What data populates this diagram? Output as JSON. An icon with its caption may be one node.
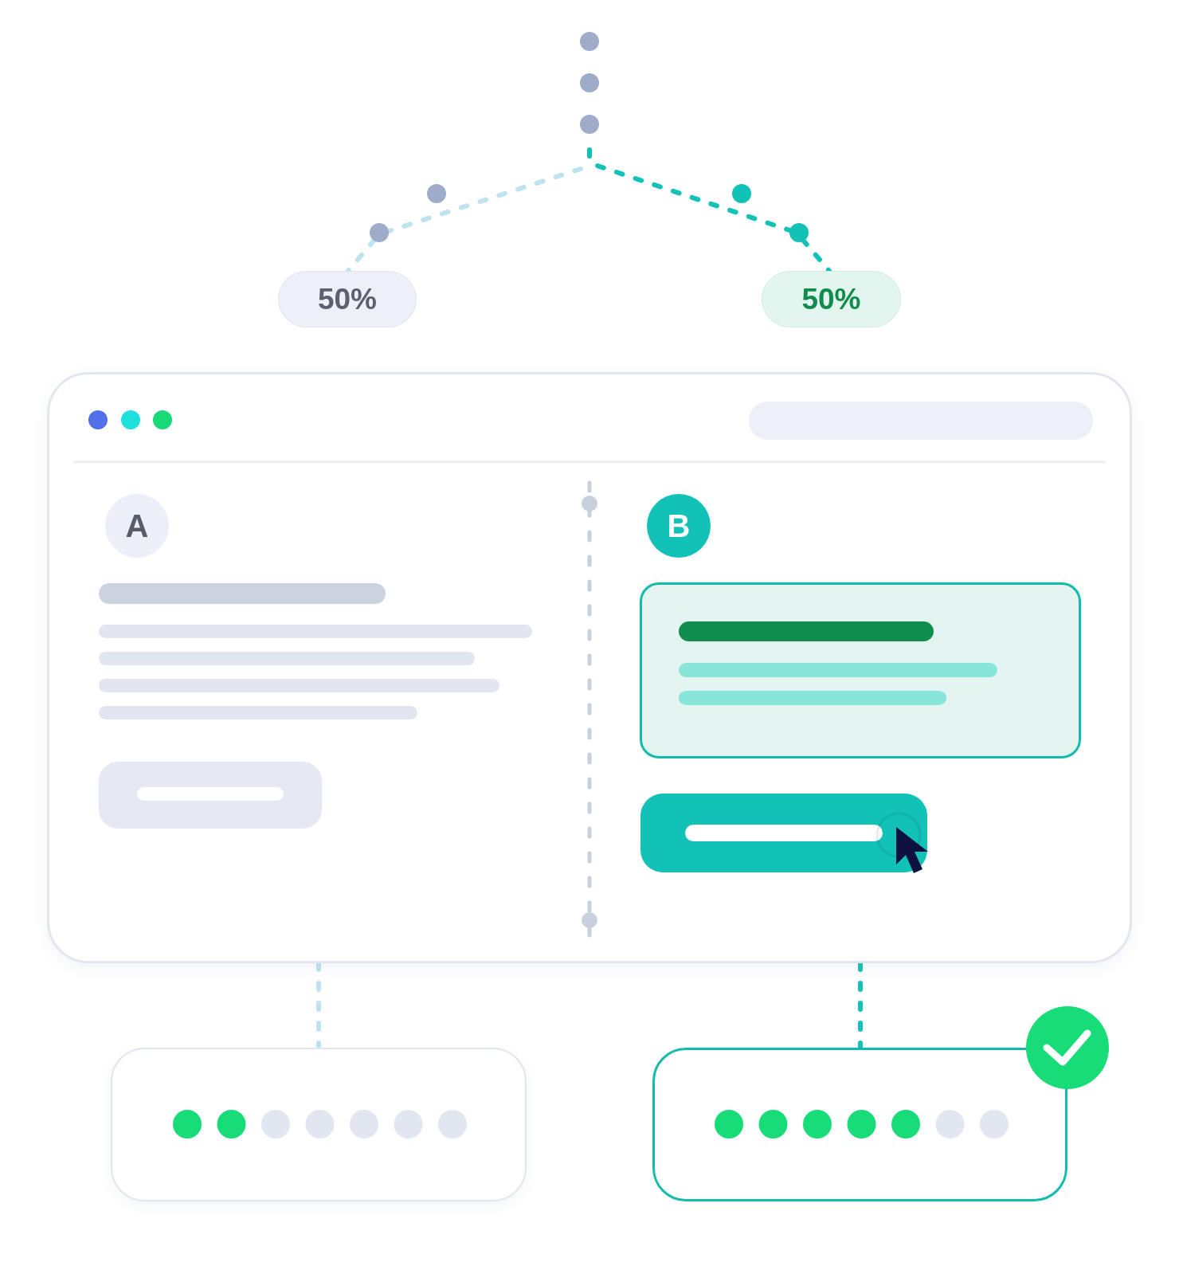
{
  "diagram": {
    "nodes": [
      {
        "text": [
          "50%"
        ]
      },
      {
        "text": [
          "50%"
        ]
      },
      {
        "text": [],
        "shape": "box"
      },
      {
        "text": [
          "A"
        ],
        "in": 2
      },
      {
        "text": [
          "B"
        ],
        "in": 2
      },
      {
        "text": [],
        "shape": "box"
      },
      {
        "text": [],
        "shape": "box"
      }
    ],
    "edges": [
      {
        "from": null,
        "to": 0,
        "arrow": "none",
        "style": "dashed",
        "color": "#bfe3ee"
      },
      {
        "from": null,
        "to": 1,
        "arrow": "none",
        "style": "dashed",
        "color": "#12c2b6"
      },
      {
        "from": 2,
        "to": 5,
        "arrow": "none",
        "style": "dashed",
        "color": "#bfe3ee"
      },
      {
        "from": 2,
        "to": 6,
        "arrow": "none",
        "style": "dashed",
        "color": "#12c2b6"
      }
    ]
  }
}
